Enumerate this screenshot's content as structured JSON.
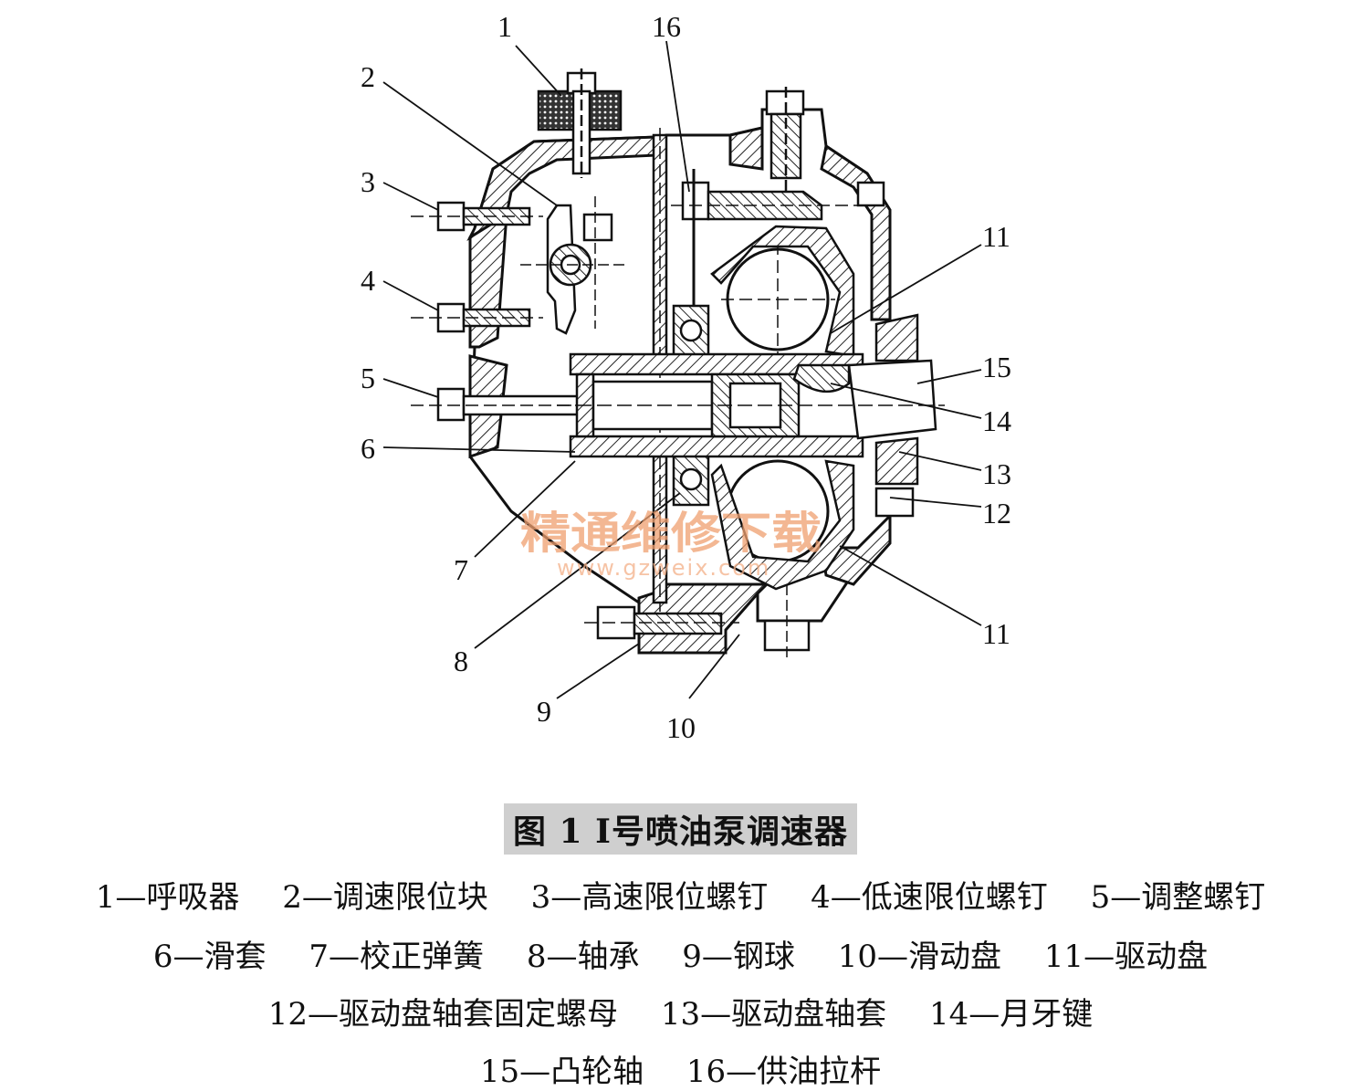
{
  "figure": {
    "title": "图 1  Ⅰ号喷油泵调速器",
    "watermark": {
      "text": "精通维修下载",
      "url": "www.gzweix.com"
    },
    "callout_numbers": [
      "1",
      "2",
      "3",
      "4",
      "5",
      "6",
      "7",
      "8",
      "9",
      "10",
      "11",
      "11",
      "12",
      "13",
      "14",
      "15",
      "16"
    ],
    "legend": [
      [
        "1—呼吸器",
        "2—调速限位块",
        "3—高速限位螺钉",
        "4—低速限位螺钉",
        "5—调整螺钉"
      ],
      [
        "6—滑套",
        "7—校正弹簧",
        "8—轴承",
        "9—钢球",
        "10—滑动盘",
        "11—驱动盘"
      ],
      [
        "12—驱动盘轴套固定螺母",
        "13—驱动盘轴套",
        "14—月牙键"
      ],
      [
        "15—凸轮轴",
        "16—供油拉杆"
      ]
    ]
  },
  "colors": {
    "line": "#111111",
    "hatch": "#222222",
    "watermark": "#f0a070",
    "title_bg": "#cfcfcf"
  }
}
